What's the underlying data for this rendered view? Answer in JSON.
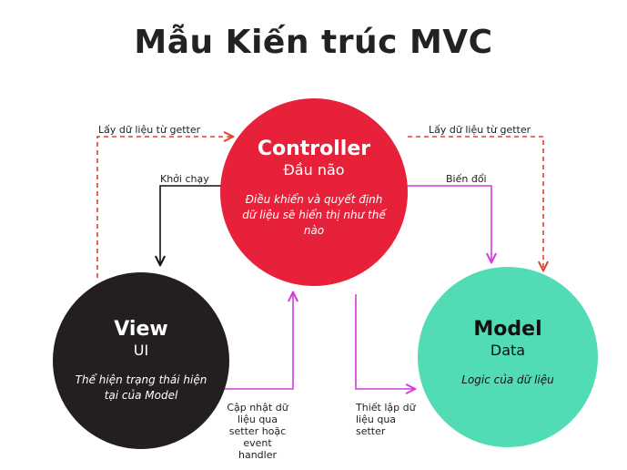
{
  "title": "Mẫu Kiến trúc MVC",
  "nodes": {
    "controller": {
      "name": "Controller",
      "subtitle": "Đầu não",
      "description": "Điều khiển và quyết định dữ liệu sẽ hiển thị như thế nào",
      "color": "#e8213a"
    },
    "view": {
      "name": "View",
      "subtitle": "UI",
      "description": "Thể hiện trạng thái hiện tại của Model",
      "color": "#231f20"
    },
    "model": {
      "name": "Model",
      "subtitle": "Data",
      "description": "Logic của dữ liệu",
      "color": "#52dcb6"
    }
  },
  "edges": {
    "view_to_controller": "Lấy dữ liệu từ getter",
    "controller_to_model": "Lấy dữ liệu từ getter",
    "controller_to_view": "Khởi chạy",
    "controller_transform": "Biến đổi",
    "view_update": "Cập nhật dữ liệu qua setter hoặc event handler",
    "controller_set": "Thiết lập dữ liệu qua setter"
  },
  "colors": {
    "dashed": "#e2412f",
    "magenta": "#d43bdc",
    "black": "#111111"
  }
}
